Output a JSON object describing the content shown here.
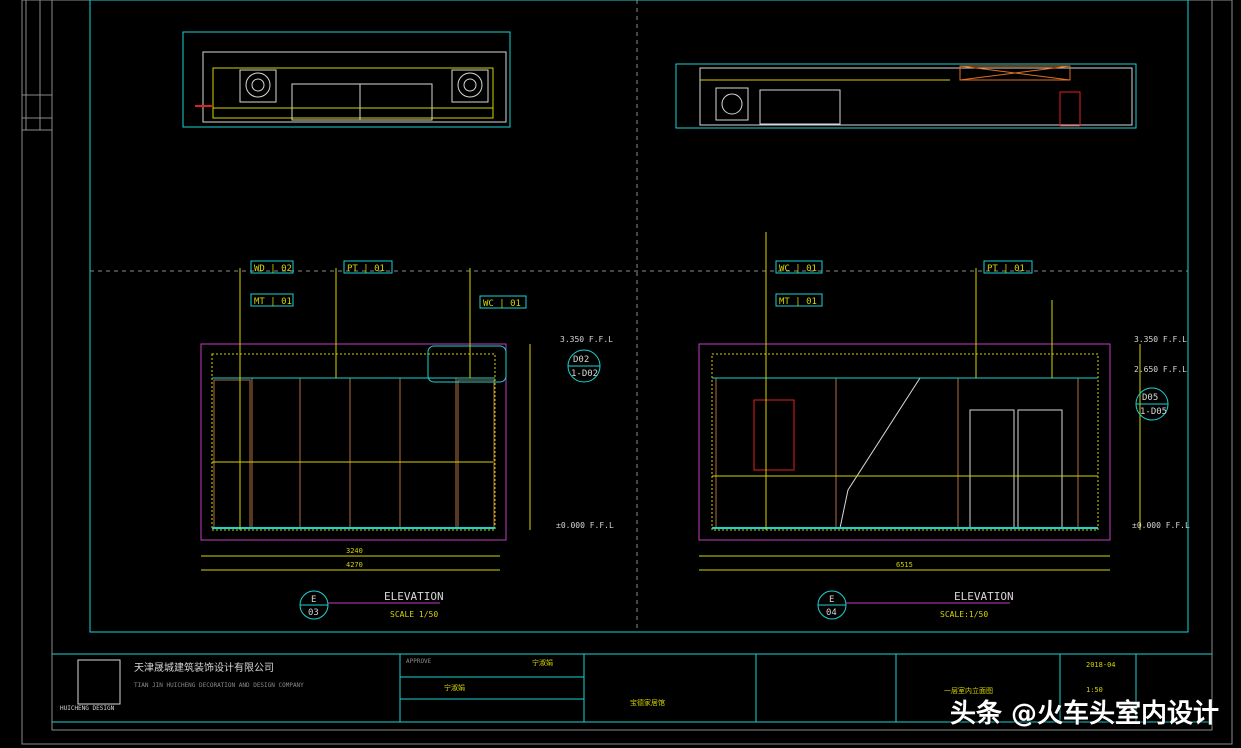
{
  "tags": {
    "wd02": "WD | 02",
    "mt01_left": "MT | 01",
    "pt01_left": "PT | 01",
    "wc01_left": "WC | 01",
    "wc01_right": "WC | 01",
    "mt01_right": "MT | 01",
    "pt01_right": "PT | 01"
  },
  "levels": {
    "left_top": "3.350 F.F.L",
    "left_bottom": "±0.000 F.F.L",
    "right_top": "3.350 F.F.L",
    "right_mid": "2.650 F.F.L",
    "right_bottom": "±0.000 F.F.L"
  },
  "markers": {
    "left_top": "D02",
    "left_bottom": "1-D02",
    "right_top": "D05",
    "right_bottom": "1-D05"
  },
  "dims": {
    "left_total": "4270",
    "left_mid": "3240",
    "right_total": "6515"
  },
  "elevations": [
    {
      "title": "ELEVATION",
      "scale": "SCALE 1/50",
      "id_top": "E",
      "id_bottom": "03"
    },
    {
      "title": "ELEVATION",
      "scale": "SCALE:1/50",
      "id_top": "E",
      "id_bottom": "04"
    }
  ],
  "title_block": {
    "company_cn": "天津晟城建筑装饰设计有限公司",
    "company_en": "TIAN JIN HUICHENG DECORATION AND DESIGN COMPANY",
    "logo_text": "HUICHENG DESIGN",
    "approved_label": "APPROVE",
    "checked_name": "宁淑娟",
    "designer_name": "宁淑娟",
    "drawing_name": "宝德家居馆",
    "drawing_content": "一层室内立面图",
    "date": "2018-04",
    "scale": "1:50"
  },
  "watermark": "头条 @火车头室内设计"
}
